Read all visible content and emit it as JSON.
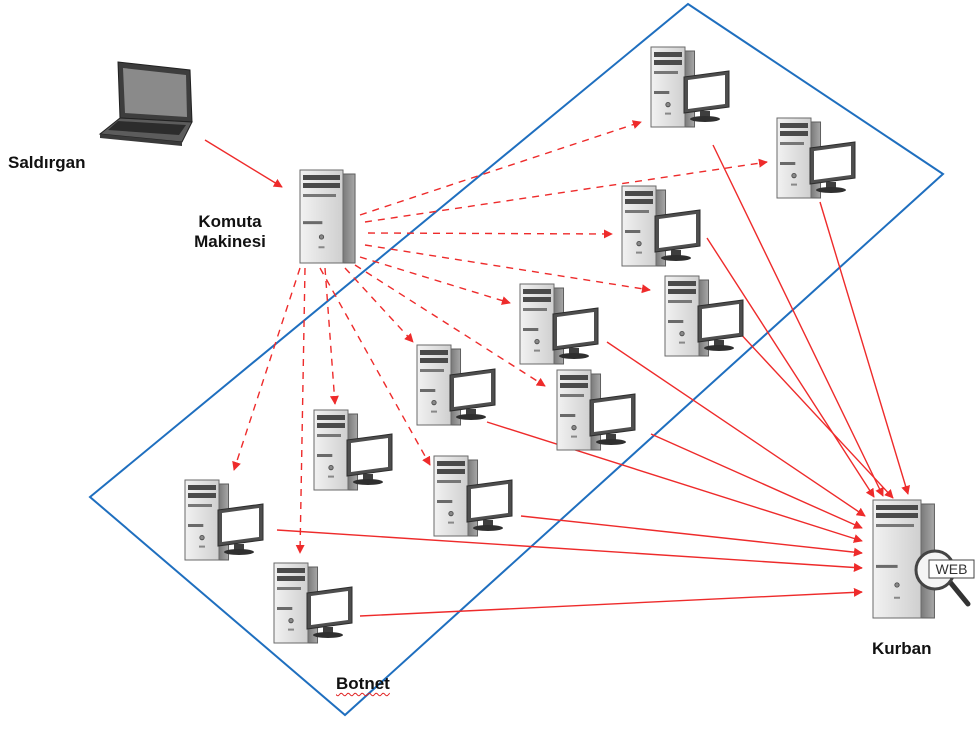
{
  "labels": {
    "attacker": "Saldırgan",
    "command_line1": "Komuta",
    "command_line2": "Makinesi",
    "botnet": "Botnet",
    "victim": "Kurban",
    "web_badge": "WEB"
  },
  "colors": {
    "arrow": "#ee2b2b",
    "boundary": "#1f6fbf",
    "tower_body": "#8c8c8c",
    "tower_front": "#e6e6e6",
    "monitor_frame": "#555555",
    "screen": "#ffffff"
  },
  "icons": {
    "attacker": "laptop-icon",
    "command": "server-tower-icon",
    "bot": "desktop-computer-icon",
    "victim": "web-server-icon"
  }
}
